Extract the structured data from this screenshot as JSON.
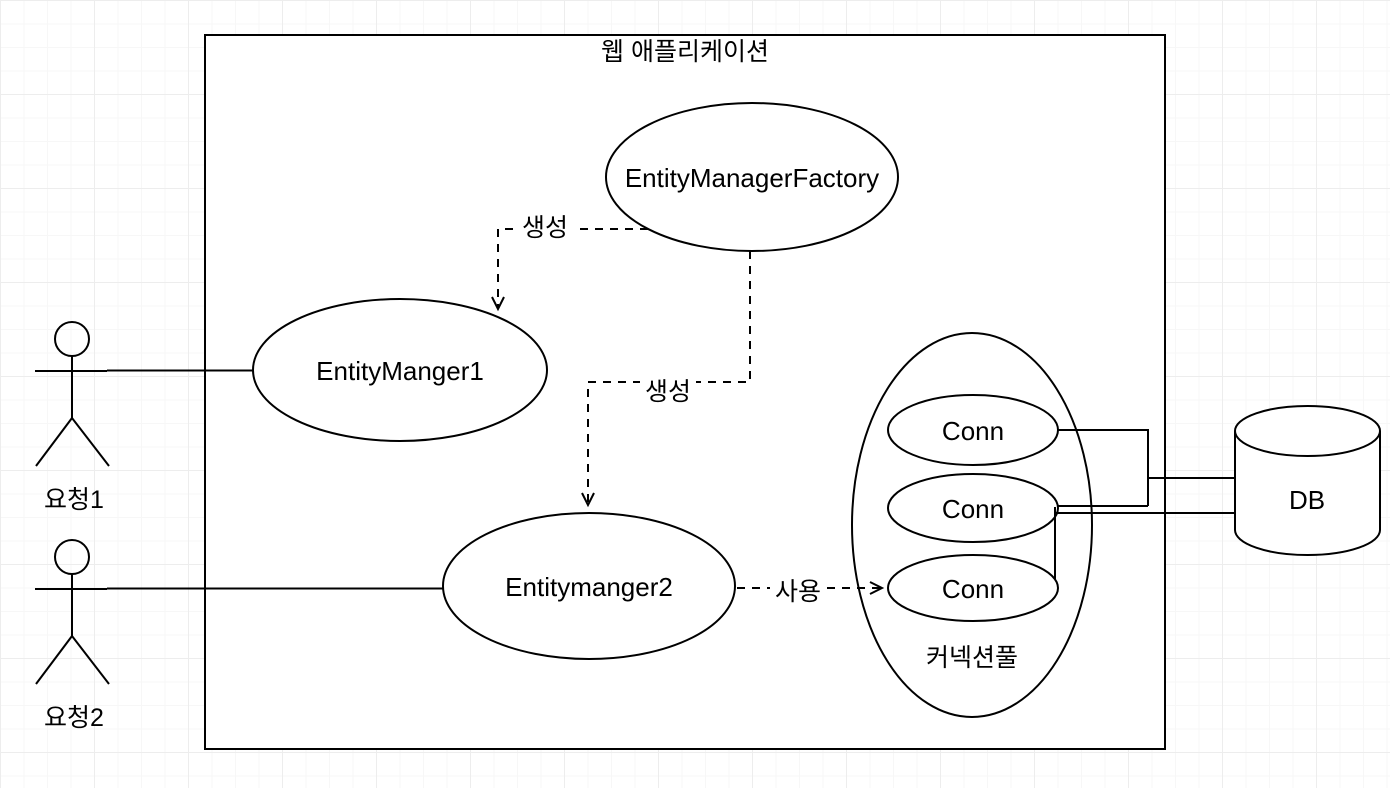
{
  "diagram": {
    "container_title": "웹 애플리케이션",
    "nodes": {
      "factory": "EntityManagerFactory",
      "entity_manager_1": "EntityManger1",
      "entity_manager_2": "Entitymanger2",
      "conn_1": "Conn",
      "conn_2": "Conn",
      "conn_3": "Conn",
      "connection_pool": "커넥션풀",
      "database": "DB"
    },
    "actors": [
      {
        "label": "요청1"
      },
      {
        "label": "요청2"
      }
    ],
    "edge_labels": {
      "create_1": "생성",
      "create_2": "생성",
      "use": "사용"
    },
    "colors": {
      "stroke": "#000000",
      "shape_fill": "#ffffff",
      "canvas_background": "#ffffff",
      "grid_line": "#ededed"
    }
  }
}
